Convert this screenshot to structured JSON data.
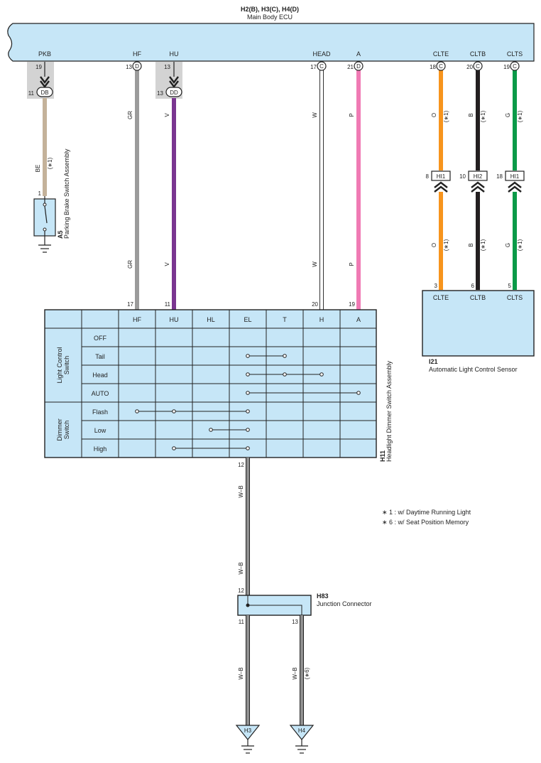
{
  "ecu": {
    "title": "H2(B), H3(C), H4(D)",
    "subtitle": "Main Body ECU",
    "pins": [
      {
        "name": "PKB",
        "pin": "19"
      },
      {
        "name": "HF",
        "pin": "13",
        "conn": "D"
      },
      {
        "name": "HU",
        "pin": "13"
      },
      {
        "name": "HEAD",
        "pin": "17",
        "conn": "C"
      },
      {
        "name": "A",
        "pin": "21",
        "conn": "D"
      },
      {
        "name": "CLTE",
        "pin": "18",
        "conn": "C"
      },
      {
        "name": "CLTB",
        "pin": "20",
        "conn": "C"
      },
      {
        "name": "CLTS",
        "pin": "19",
        "conn": "C"
      }
    ]
  },
  "inline": {
    "db": {
      "pin": "11",
      "label": "DB"
    },
    "dd": {
      "pin": "13",
      "label": "DD"
    },
    "hi": [
      {
        "pin": "8",
        "label": "HI1"
      },
      {
        "pin": "10",
        "label": "HI2"
      },
      {
        "pin": "18",
        "label": "HI1"
      }
    ]
  },
  "wires": {
    "pkb": {
      "color": "BE",
      "note": "(∗1)"
    },
    "hf": {
      "color": "GR"
    },
    "hu": {
      "color": "V"
    },
    "head": {
      "color": "W"
    },
    "a": {
      "color": "P"
    },
    "clte": {
      "color": "O",
      "note": "(∗1)"
    },
    "cltb": {
      "color": "B",
      "note": "(∗1)"
    },
    "clts": {
      "color": "G",
      "note": "(∗1)"
    },
    "wb": {
      "color": "W–B"
    },
    "wb6": {
      "note": "(∗6)"
    }
  },
  "colors": {
    "BE": "#c4b29a",
    "GR": "#9b9b9b",
    "V": "#7a3590",
    "W": "#ffffff",
    "P": "#f07ab4",
    "O": "#f7941d",
    "B": "#231f20",
    "G": "#0a9a48",
    "fill": "#c6e6f7",
    "shade": "#d3d3d3"
  },
  "parking_brake": {
    "ref": "A5",
    "name": "Parking Brake Switch Assembly",
    "pin": "1"
  },
  "dimmer": {
    "ref": "H11",
    "name": "Headlight Dimmer Switch Assembly",
    "columns": [
      "HF",
      "HU",
      "HL",
      "EL",
      "T",
      "H",
      "A"
    ],
    "pins": {
      "hf": "17",
      "hu": "11",
      "head": "20",
      "a": "19",
      "out": "12"
    },
    "group_light": "Light Control Switch",
    "group_dimmer": "Dimmer Switch",
    "rows": [
      "OFF",
      "Tail",
      "Head",
      "AUTO",
      "Flash",
      "Low",
      "High"
    ]
  },
  "sensor": {
    "ref": "I21",
    "name": "Automatic Light Control Sensor",
    "pins": [
      {
        "pin": "3",
        "name": "CLTE"
      },
      {
        "pin": "6",
        "name": "CLTB"
      },
      {
        "pin": "5",
        "name": "CLTS"
      }
    ]
  },
  "junction": {
    "ref": "H83",
    "name": "Junction Connector",
    "pin_in": "12",
    "pin_out1": "11",
    "pin_out2": "13"
  },
  "grounds": [
    "H3",
    "H4"
  ],
  "notes": [
    "∗ 1 : w/ Daytime Running Light",
    "∗ 6 : w/ Seat Position Memory"
  ]
}
